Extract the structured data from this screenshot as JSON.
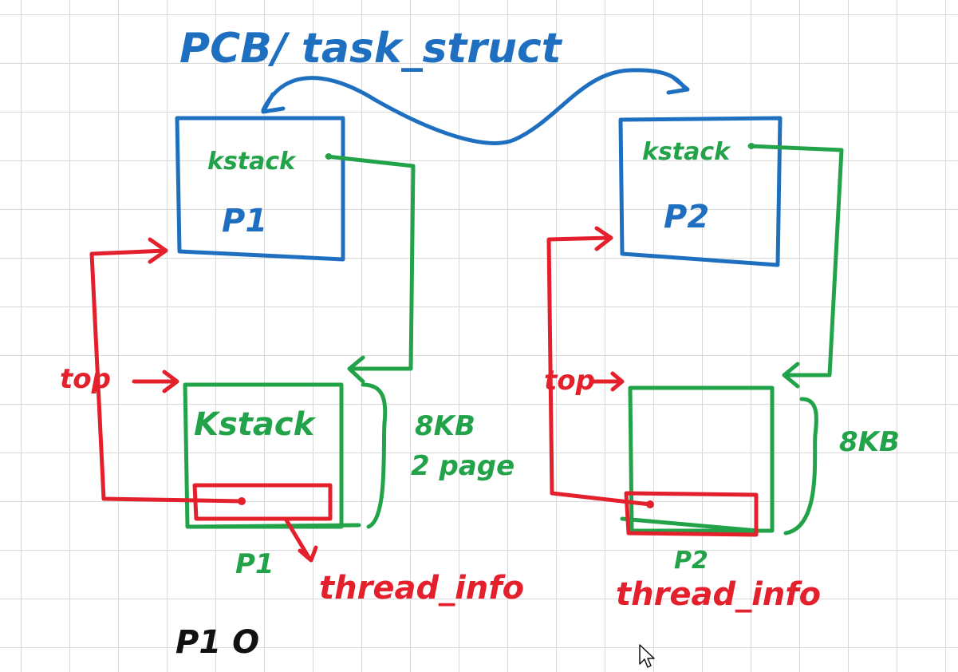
{
  "diagram": {
    "title": "PCB/ task_struct",
    "colors": {
      "blue": "#1f6fc1",
      "green": "#22a34a",
      "red": "#e3202c",
      "black": "#111111",
      "grid": "#d9d9d9"
    },
    "p1": {
      "pcb_kstack_label": "kstack",
      "pcb_name": "P1",
      "top_label": "top",
      "kstack_label": "Kstack",
      "size_label": "8KB",
      "pages_label": "2 page",
      "thread_owner_label": "P1",
      "thread_info_label": "thread_info"
    },
    "p2": {
      "pcb_kstack_label": "kstack",
      "pcb_name": "P2",
      "top_label": "top",
      "size_label": "8KB",
      "thread_owner_label": "P2",
      "thread_info_label": "thread_info"
    },
    "footer_note": "P1 O",
    "cursor_icon": "mouse-pointer-icon"
  }
}
